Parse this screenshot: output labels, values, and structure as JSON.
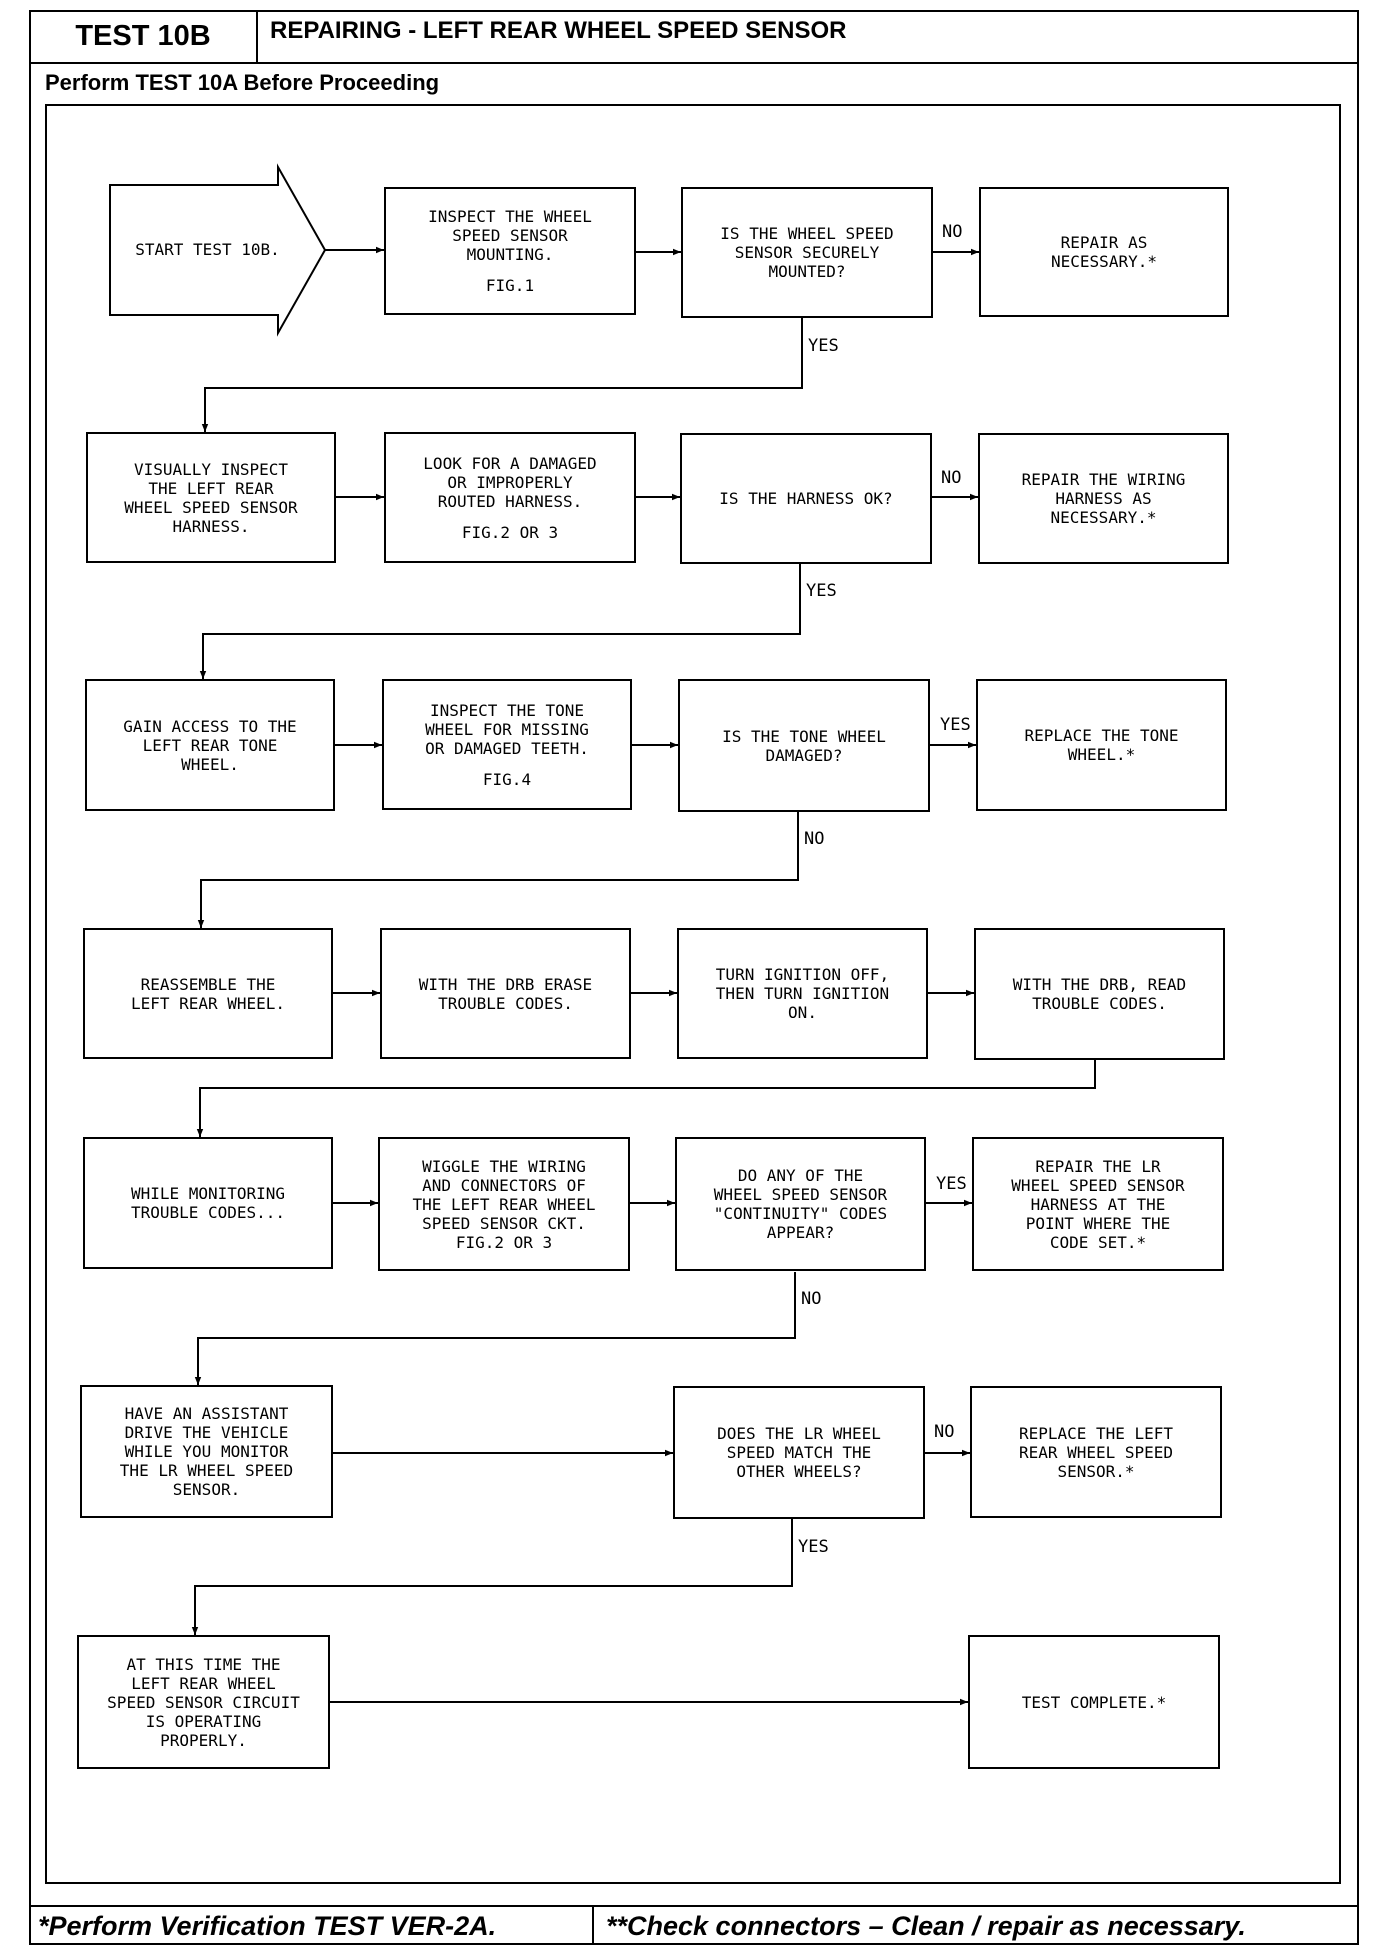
{
  "header": {
    "test_id": "TEST 10B",
    "title": "REPAIRING - LEFT REAR WHEEL SPEED SENSOR",
    "precondition": "Perform TEST 10A Before Proceeding"
  },
  "flowchart": {
    "start": "START TEST 10B.",
    "rows": [
      {
        "steps": [
          {
            "lines": [
              "INSPECT THE WHEEL",
              "SPEED SENSOR",
              "MOUNTING."
            ],
            "fig": "FIG.1"
          }
        ],
        "question": [
          "IS THE WHEEL SPEED",
          "SENSOR SECURELY",
          "MOUNTED?"
        ],
        "branch_label": "NO",
        "result": [
          "REPAIR AS",
          "NECESSARY.*"
        ],
        "down_label": "YES"
      },
      {
        "steps": [
          {
            "lines": [
              "VISUALLY INSPECT",
              "THE LEFT REAR",
              "WHEEL SPEED SENSOR",
              "HARNESS."
            ]
          },
          {
            "lines": [
              "LOOK FOR A DAMAGED",
              "OR IMPROPERLY",
              "ROUTED HARNESS."
            ],
            "fig": "FIG.2 OR 3"
          }
        ],
        "question": [
          "IS THE HARNESS OK?"
        ],
        "branch_label": "NO",
        "result": [
          "REPAIR THE WIRING",
          "HARNESS AS",
          "NECESSARY.*"
        ],
        "down_label": "YES"
      },
      {
        "steps": [
          {
            "lines": [
              "GAIN ACCESS TO THE",
              "LEFT REAR TONE",
              "WHEEL."
            ]
          },
          {
            "lines": [
              "INSPECT THE TONE",
              "WHEEL FOR MISSING",
              "OR DAMAGED TEETH."
            ],
            "fig": "FIG.4"
          }
        ],
        "question": [
          "IS THE TONE WHEEL",
          "DAMAGED?"
        ],
        "branch_label": "YES",
        "result": [
          "REPLACE THE TONE",
          "WHEEL.*"
        ],
        "down_label": "NO"
      },
      {
        "steps": [
          {
            "lines": [
              "REASSEMBLE THE",
              "LEFT REAR WHEEL."
            ]
          },
          {
            "lines": [
              "WITH THE DRB ERASE",
              "TROUBLE CODES."
            ]
          },
          {
            "lines": [
              "TURN IGNITION OFF,",
              "THEN TURN IGNITION",
              "ON."
            ]
          },
          {
            "lines": [
              "WITH THE DRB, READ",
              "TROUBLE CODES."
            ]
          }
        ]
      },
      {
        "steps": [
          {
            "lines": [
              "WHILE MONITORING",
              "TROUBLE CODES..."
            ]
          },
          {
            "lines": [
              "WIGGLE THE WIRING",
              "AND CONNECTORS OF",
              "THE LEFT REAR WHEEL",
              "SPEED SENSOR CKT.",
              "FIG.2 OR 3"
            ]
          }
        ],
        "question": [
          "DO ANY OF THE",
          "WHEEL SPEED SENSOR",
          "\"CONTINUITY\" CODES",
          "APPEAR?"
        ],
        "branch_label": "YES",
        "result": [
          "REPAIR THE LR",
          "WHEEL SPEED SENSOR",
          "HARNESS AT THE",
          "POINT WHERE THE",
          "CODE SET.*"
        ],
        "down_label": "NO"
      },
      {
        "steps": [
          {
            "lines": [
              "HAVE AN ASSISTANT",
              "DRIVE THE VEHICLE",
              "WHILE YOU MONITOR",
              "THE LR WHEEL SPEED",
              "SENSOR."
            ]
          }
        ],
        "question": [
          "DOES THE LR WHEEL",
          "SPEED MATCH THE",
          "OTHER WHEELS?"
        ],
        "branch_label": "NO",
        "result": [
          "REPLACE THE LEFT",
          "REAR WHEEL SPEED",
          "SENSOR.*"
        ],
        "down_label": "YES"
      },
      {
        "steps": [
          {
            "lines": [
              "AT THIS TIME THE",
              "LEFT REAR WHEEL",
              "SPEED SENSOR CIRCUIT",
              "IS OPERATING",
              "PROPERLY."
            ]
          }
        ],
        "result": [
          "TEST COMPLETE.*"
        ]
      }
    ]
  },
  "footer": {
    "note_1": "*Perform Verification TEST VER-2A.",
    "note_2": "**Check connectors – Clean / repair as necessary."
  }
}
